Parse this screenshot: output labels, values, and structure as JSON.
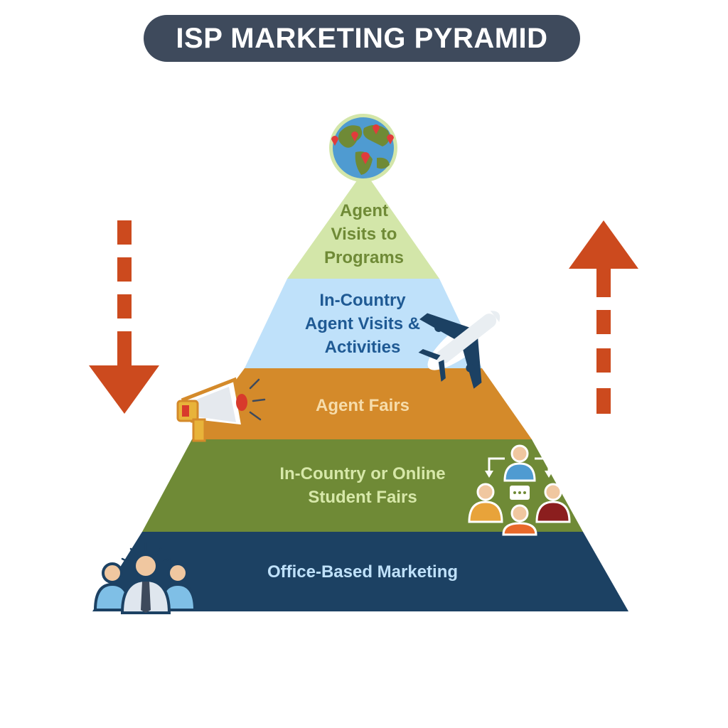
{
  "title": "ISP MARKETING PYRAMID",
  "colors": {
    "title_bg": "#3e4a5c",
    "arrow": "#cc4a1e",
    "level1_bg": "#d3e6a9",
    "level2_bg": "#bfe1fa",
    "level3_bg": "#d48a2a",
    "level4_bg": "#6f8a36",
    "level5_bg": "#1c4163"
  },
  "levels": [
    {
      "label": "Agent\nVisits to\nPrograms",
      "color": "#6f8a36",
      "icon": "globe-icon"
    },
    {
      "label": "In-Country\nAgent Visits &\nActivities",
      "color": "#1f5a94",
      "icon": "airplane-icon"
    },
    {
      "label": "Agent Fairs",
      "color": "#f6dcaa",
      "icon": "megaphone-icon"
    },
    {
      "label": "In-Country or Online\nStudent Fairs",
      "color": "#d7e8a9",
      "icon": "student-group-icon"
    },
    {
      "label": "Office-Based Marketing",
      "color": "#bfe1fa",
      "icon": "office-team-icon"
    }
  ],
  "arrows": {
    "left": "down-arrow-icon",
    "right": "up-arrow-icon"
  }
}
